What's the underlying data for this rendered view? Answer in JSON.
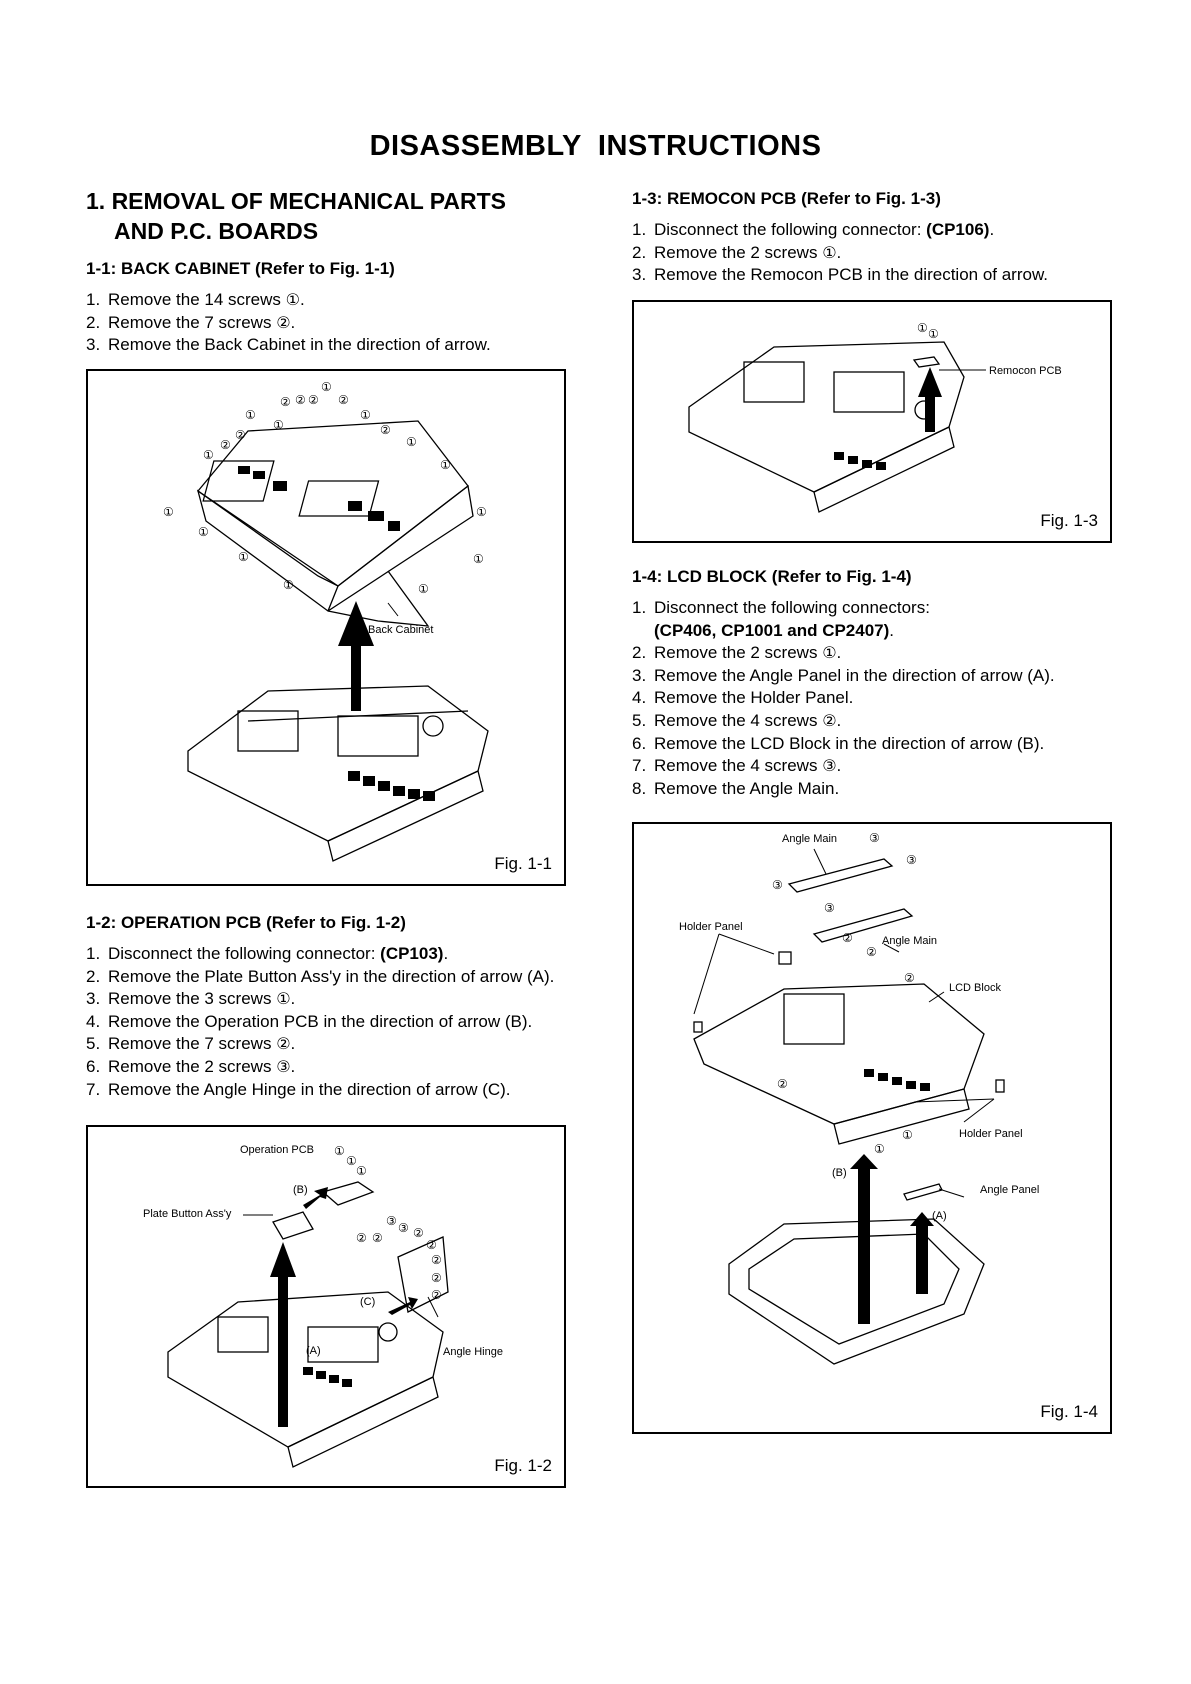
{
  "title": "DISASSEMBLY  INSTRUCTIONS",
  "section1": {
    "heading_line1": "1. REMOVAL OF MECHANICAL PARTS",
    "heading_line2": "AND P.C. BOARDS"
  },
  "s11": {
    "heading": "1-1: BACK CABINET (Refer to Fig. 1-1)",
    "steps": [
      {
        "num": "1.",
        "text": "Remove the 14 screws ",
        "mark": "①",
        "end": "."
      },
      {
        "num": "2.",
        "text": "Remove the 7 screws ",
        "mark": "②",
        "end": "."
      },
      {
        "num": "3.",
        "text": "Remove the Back Cabinet in the direction of arrow.",
        "mark": "",
        "end": ""
      }
    ],
    "fig_label": "Fig. 1-1",
    "callout_back_cabinet": "Back Cabinet"
  },
  "s12": {
    "heading": "1-2: OPERATION PCB (Refer to Fig. 1-2)",
    "steps": [
      {
        "num": "1.",
        "text": "Disconnect the following connector: ",
        "bold": "(CP103)",
        "end": "."
      },
      {
        "num": "2.",
        "text": "Remove the Plate Button Ass'y in the direction of arrow (A).",
        "mark": "",
        "end": ""
      },
      {
        "num": "3.",
        "text": "Remove the 3 screws ",
        "mark": "①",
        "end": "."
      },
      {
        "num": "4.",
        "text": "Remove the Operation PCB in the direction of arrow (B).",
        "mark": "",
        "end": ""
      },
      {
        "num": "5.",
        "text": "Remove the 7 screws ",
        "mark": "②",
        "end": "."
      },
      {
        "num": "6.",
        "text": "Remove the 2 screws ",
        "mark": "③",
        "end": "."
      },
      {
        "num": "7.",
        "text": "Remove the Angle Hinge in the direction of arrow (C).",
        "mark": "",
        "end": ""
      }
    ],
    "fig_label": "Fig. 1-2",
    "callout_operation_pcb": "Operation PCB",
    "callout_plate_button": "Plate Button Ass'y",
    "callout_angle_hinge": "Angle Hinge",
    "arrow_a": "(A)",
    "arrow_b": "(B)",
    "arrow_c": "(C)"
  },
  "s13": {
    "heading": "1-3: REMOCON PCB (Refer to Fig. 1-3)",
    "steps": [
      {
        "num": "1.",
        "text": "Disconnect the following connector: ",
        "bold": "(CP106)",
        "end": "."
      },
      {
        "num": "2.",
        "text": "Remove the 2 screws ",
        "mark": "①",
        "end": "."
      },
      {
        "num": "3.",
        "text": "Remove the Remocon PCB in the direction of arrow.",
        "mark": "",
        "end": ""
      }
    ],
    "fig_label": "Fig. 1-3",
    "callout_remocon_pcb": "Remocon PCB"
  },
  "s14": {
    "heading": "1-4: LCD BLOCK (Refer to Fig. 1-4)",
    "step1_text": "Disconnect the following connectors:",
    "step1_bold": "(CP406, CP1001 and CP2407)",
    "step1_end": ".",
    "steps": [
      {
        "num": "2.",
        "text": "Remove the 2 screws ",
        "mark": "①",
        "end": "."
      },
      {
        "num": "3.",
        "text": "Remove the Angle Panel in the direction of arrow (A).",
        "mark": "",
        "end": ""
      },
      {
        "num": "4.",
        "text": "Remove the Holder Panel.",
        "mark": "",
        "end": ""
      },
      {
        "num": "5.",
        "text": "Remove the 4 screws ",
        "mark": "②",
        "end": "."
      },
      {
        "num": "6.",
        "text": "Remove the LCD Block in the direction of arrow (B).",
        "mark": "",
        "end": ""
      },
      {
        "num": "7.",
        "text": "Remove the 4 screws ",
        "mark": "③",
        "end": "."
      },
      {
        "num": "8.",
        "text": "Remove the Angle Main.",
        "mark": "",
        "end": ""
      }
    ],
    "fig_label": "Fig. 1-4",
    "callout_angle_main_top": "Angle Main",
    "callout_angle_main_mid": "Angle Main",
    "callout_holder_panel_left": "Holder Panel",
    "callout_holder_panel_right": "Holder Panel",
    "callout_lcd_block": "LCD Block",
    "callout_angle_panel": "Angle Panel",
    "arrow_a": "(A)",
    "arrow_b": "(B)"
  },
  "marks": {
    "one": "①",
    "two": "②",
    "three": "③"
  }
}
